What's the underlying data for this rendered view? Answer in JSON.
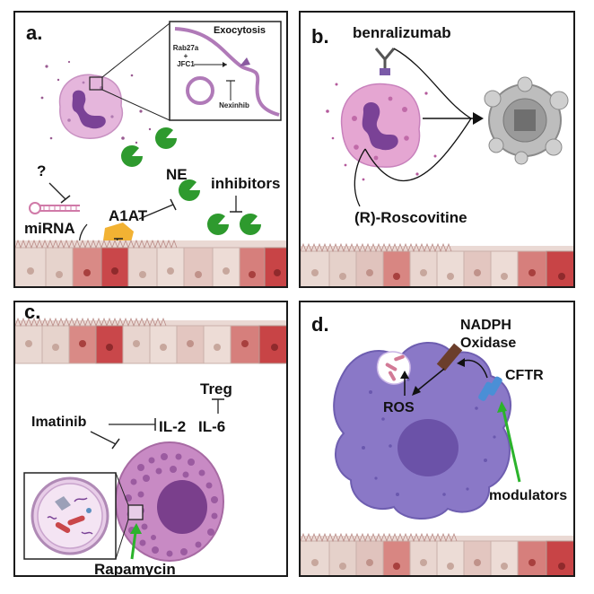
{
  "panels": [
    {
      "label": "a.",
      "texts": {
        "exocytosis": "Exocytosis",
        "rab": "Rab27a",
        "plus": "+",
        "jfc": "JFC1",
        "nexinhib": "Nexinhib",
        "question": "?",
        "mirna": "miRNA",
        "a1at": "A1AT",
        "ne": "NE",
        "inhibitors": "inhibitors"
      }
    },
    {
      "label": "b.",
      "texts": {
        "benralizumab": "benralizumab",
        "roscovitine": "(R)-Roscovitine"
      }
    },
    {
      "label": "c.",
      "texts": {
        "imatinib": "Imatinib",
        "il2": "IL-2",
        "il6": "IL-6",
        "treg": "Treg",
        "rapamycin": "Rapamycin"
      }
    },
    {
      "label": "d.",
      "texts": {
        "nadph": "NADPH",
        "oxidase": "Oxidase",
        "cftr": "CFTR",
        "ros": "ROS",
        "modulators": "modulators"
      }
    }
  ],
  "colors": {
    "cell_pink": "#d9a0cc",
    "nucleus_purple": "#8b4f9f",
    "macrophage": "#8a78c7",
    "enzyme_green": "#2e9a2e",
    "a1at_yellow": "#f2b233",
    "epithelium_red": "#c9474a",
    "arrow_green": "#2bb32b"
  }
}
